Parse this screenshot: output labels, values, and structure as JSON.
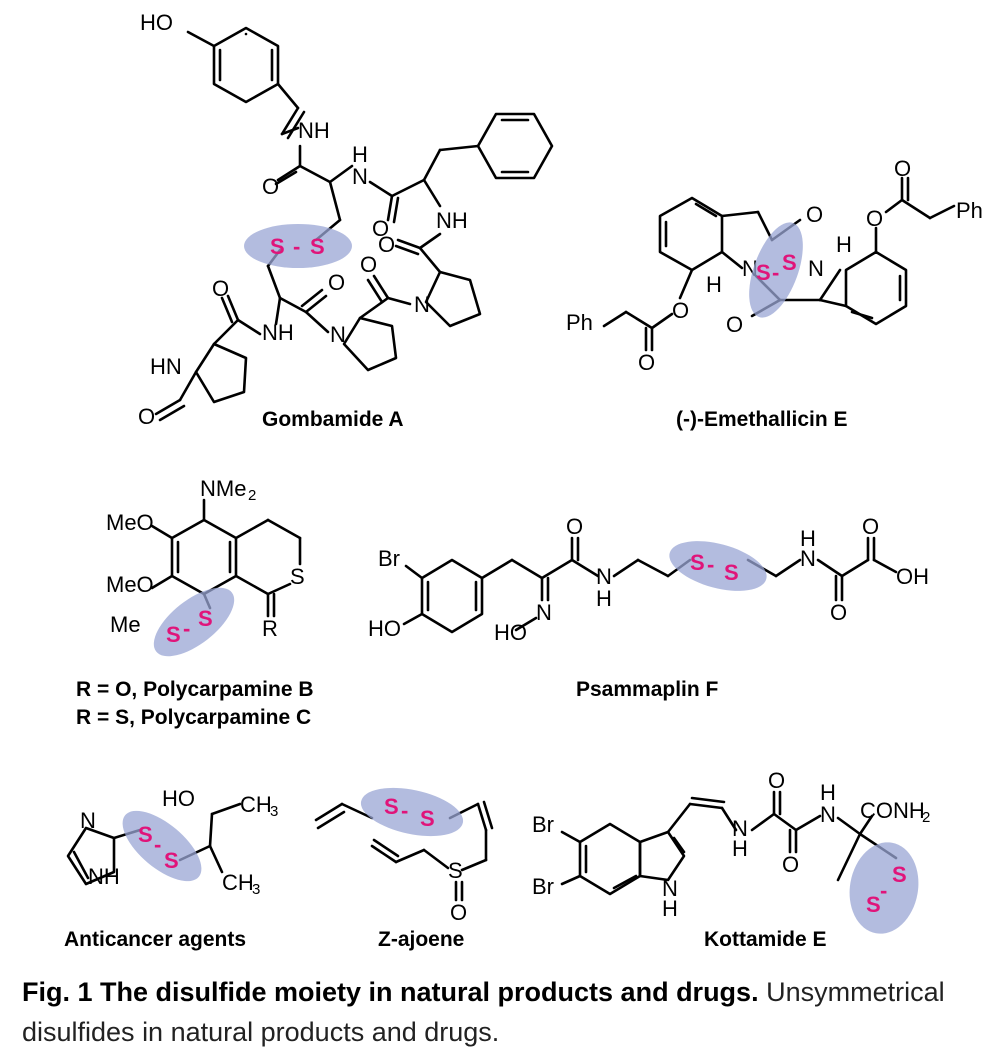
{
  "atom_labels": {
    "oh": "HO",
    "oh2": "OH",
    "nh": "NH",
    "hn": "HN",
    "n": "N",
    "h": "H",
    "o": "O",
    "s": "S",
    "br": "Br",
    "ph": "Ph",
    "meo": "MeO",
    "me": "Me",
    "r": "R",
    "nme2": "NMe",
    "two": "2",
    "ch3": "CH",
    "three": "3",
    "conh2": "CONH",
    "ho_n": "HO"
  },
  "disulfide": {
    "s1": "S",
    "dash": "-",
    "s2": "S",
    "highlight_color": "#9aa6d4",
    "s_color": "#e0147a"
  },
  "compounds": [
    {
      "name": "Gombamide A"
    },
    {
      "name": "(-)-Emethallicin E"
    },
    {
      "name_line1": "R = O, Polycarpamine B",
      "name_line2": "R = S, Polycarpamine C"
    },
    {
      "name": "Psammaplin F"
    },
    {
      "name": "Anticancer agents"
    },
    {
      "name": "Z-ajoene"
    },
    {
      "name": "Kottamide E"
    }
  ],
  "caption": {
    "label": "Fig. 1 The disulfide moiety in natural products and drugs.",
    "text": "Unsymmetrical disulfides in natural products and drugs."
  }
}
